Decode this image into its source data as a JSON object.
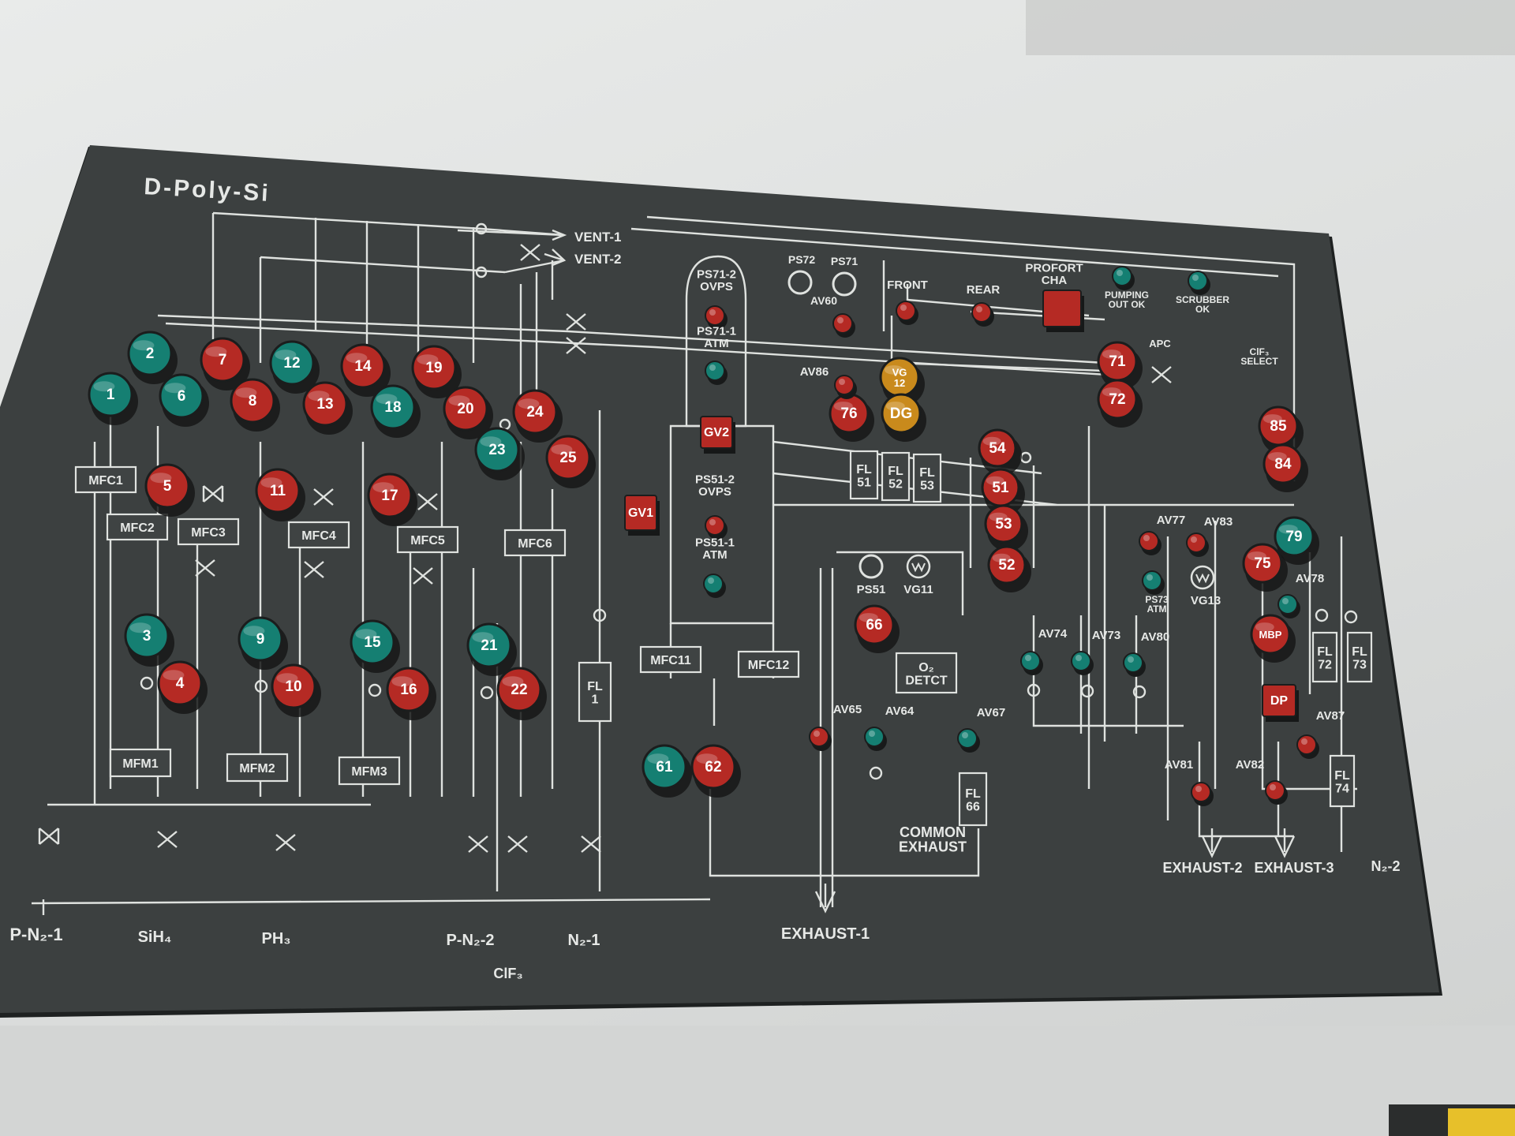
{
  "panel": {
    "title": "D-Poly-Si",
    "colors": {
      "panel": "#3c4040",
      "line": "#dfe2df",
      "red": "#b52a24",
      "teal": "#157f72",
      "amber": "#c98a1c",
      "wall": "#e2e4e3"
    }
  },
  "vents": [
    "VENT-1",
    "VENT-2"
  ],
  "buttons": [
    {
      "label": "1",
      "color": "teal"
    },
    {
      "label": "2",
      "color": "teal"
    },
    {
      "label": "6",
      "color": "teal"
    },
    {
      "label": "7",
      "color": "red"
    },
    {
      "label": "8",
      "color": "red"
    },
    {
      "label": "12",
      "color": "teal"
    },
    {
      "label": "13",
      "color": "red"
    },
    {
      "label": "14",
      "color": "red"
    },
    {
      "label": "18",
      "color": "teal"
    },
    {
      "label": "19",
      "color": "red"
    },
    {
      "label": "20",
      "color": "red"
    },
    {
      "label": "24",
      "color": "red"
    },
    {
      "label": "23",
      "color": "teal"
    },
    {
      "label": "25",
      "color": "red"
    },
    {
      "label": "5",
      "color": "red"
    },
    {
      "label": "11",
      "color": "red"
    },
    {
      "label": "17",
      "color": "red"
    },
    {
      "label": "3",
      "color": "teal"
    },
    {
      "label": "4",
      "color": "red"
    },
    {
      "label": "9",
      "color": "teal"
    },
    {
      "label": "10",
      "color": "red"
    },
    {
      "label": "15",
      "color": "teal"
    },
    {
      "label": "16",
      "color": "red"
    },
    {
      "label": "21",
      "color": "teal"
    },
    {
      "label": "22",
      "color": "red"
    },
    {
      "label": "61",
      "color": "teal"
    },
    {
      "label": "62",
      "color": "red"
    },
    {
      "label": "76",
      "color": "red"
    },
    {
      "label": "VG\n12",
      "color": "amber"
    },
    {
      "label": "DG",
      "color": "amber"
    },
    {
      "label": "54",
      "color": "red"
    },
    {
      "label": "51",
      "color": "red"
    },
    {
      "label": "53",
      "color": "red"
    },
    {
      "label": "52",
      "color": "red"
    },
    {
      "label": "66",
      "color": "red"
    },
    {
      "label": "71",
      "color": "red"
    },
    {
      "label": "72",
      "color": "red"
    },
    {
      "label": "85",
      "color": "red"
    },
    {
      "label": "84",
      "color": "red"
    },
    {
      "label": "79",
      "color": "teal"
    },
    {
      "label": "75",
      "color": "red"
    },
    {
      "label": "MBP",
      "color": "red"
    }
  ],
  "square_buttons": [
    {
      "label": "GV2"
    },
    {
      "label": "GV1"
    },
    {
      "label": "DP"
    },
    {
      "label": ""
    }
  ],
  "boxes": [
    "MFC1",
    "MFC2",
    "MFC3",
    "MFC4",
    "MFC5",
    "MFC6",
    "MFM1",
    "MFM2",
    "MFM3",
    "MFC11",
    "MFC12",
    "FL\n1",
    "FL\n51",
    "FL\n52",
    "FL\n53",
    "O₂\nDETCT",
    "FL\n66",
    "FL\n72",
    "FL\n73",
    "FL\n74"
  ],
  "labels": [
    "PS71-2\nOVPS",
    "PS71-1\nATM",
    "PS51-2\nOVPS",
    "PS51-1\nATM",
    "PS72",
    "PS71",
    "AV60",
    "FRONT",
    "REAR",
    "PROFORT\nCHA",
    "PUMPING\nOUT OK",
    "SCRUBBER\nOK",
    "APC",
    "ClF₃\nSELECT",
    "AV86",
    "PS51",
    "VG11",
    "AV77",
    "AV83",
    "PS73\nATM",
    "VG13",
    "AV78",
    "AV74",
    "AV73",
    "AV80",
    "AV65",
    "AV64",
    "AV67",
    "AV87",
    "AV81",
    "AV82",
    "COMMON\nEXHAUST"
  ],
  "bottom": [
    "P-N₂-1",
    "SiH₄",
    "PH₃",
    "P-N₂-2",
    "N₂-1",
    "ClF₃",
    "EXHAUST-1",
    "EXHAUST-2",
    "EXHAUST-3",
    "N₂-2"
  ]
}
